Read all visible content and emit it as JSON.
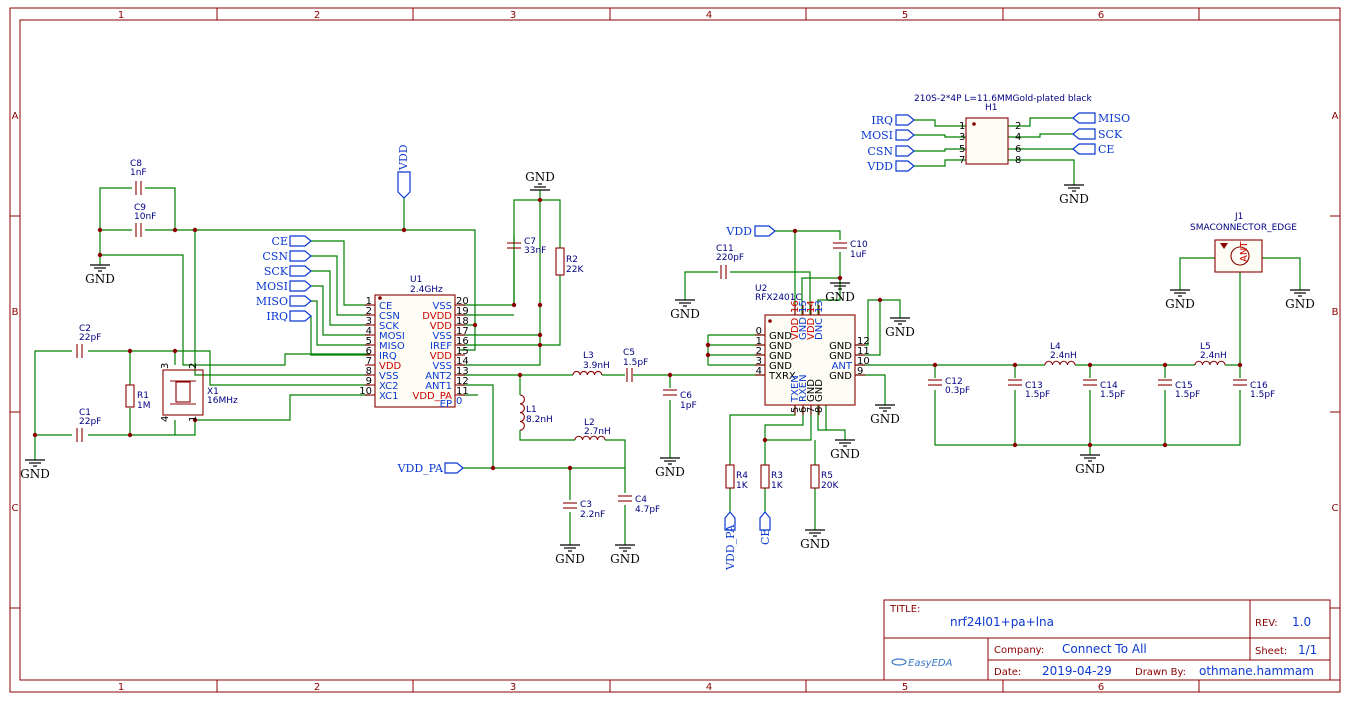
{
  "frame": {
    "col_labels": [
      "1",
      "2",
      "3",
      "4",
      "5",
      "6"
    ],
    "row_labels": [
      "A",
      "B",
      "C"
    ]
  },
  "title_block": {
    "title_label": "TITLE:",
    "title_value": "nrf24l01+pa+lna",
    "rev_label": "REV:",
    "rev_value": "1.0",
    "company_label": "Company:",
    "company_value": "Connect To All",
    "sheet_label": "Sheet:",
    "sheet_value": "1/1",
    "date_label": "Date:",
    "date_value": "2019-04-29",
    "drawn_label": "Drawn By:",
    "drawn_value": "othmane.hammam",
    "logo_text": "EasyEDA"
  },
  "u1": {
    "ref": "U1",
    "value": "2.4GHz",
    "left_pins": [
      {
        "num": "1",
        "name": "CE",
        "power": false
      },
      {
        "num": "2",
        "name": "CSN",
        "power": false
      },
      {
        "num": "3",
        "name": "SCK",
        "power": false
      },
      {
        "num": "4",
        "name": "MOSI",
        "power": false
      },
      {
        "num": "5",
        "name": "MISO",
        "power": false
      },
      {
        "num": "6",
        "name": "IRQ",
        "power": false
      },
      {
        "num": "7",
        "name": "VDD",
        "power": true
      },
      {
        "num": "8",
        "name": "VSS",
        "power": false
      },
      {
        "num": "9",
        "name": "XC2",
        "power": false
      },
      {
        "num": "10",
        "name": "XC1",
        "power": false
      }
    ],
    "right_pins": [
      {
        "num": "20",
        "name": "VSS",
        "power": false
      },
      {
        "num": "19",
        "name": "DVDD",
        "power": true
      },
      {
        "num": "18",
        "name": "VDD",
        "power": true
      },
      {
        "num": "17",
        "name": "VSS",
        "power": false
      },
      {
        "num": "16",
        "name": "IREF",
        "power": false
      },
      {
        "num": "15",
        "name": "VDD",
        "power": true
      },
      {
        "num": "14",
        "name": "VSS",
        "power": false
      },
      {
        "num": "13",
        "name": "ANT2",
        "power": false
      },
      {
        "num": "12",
        "name": "ANT1",
        "power": false
      },
      {
        "num": "11",
        "name": "VDD_PA",
        "power": true
      }
    ],
    "ep_name": "EP",
    "ep_num": "0"
  },
  "u2": {
    "ref": "U2",
    "value": "RFX2401C",
    "left_pins": [
      {
        "num": "0",
        "name": "GND"
      },
      {
        "num": "1",
        "name": "GND"
      },
      {
        "num": "2",
        "name": "GND"
      },
      {
        "num": "3",
        "name": "GND"
      },
      {
        "num": "4",
        "name": "TXRX"
      }
    ],
    "right_pins": [
      {
        "num": "12",
        "name": "GND"
      },
      {
        "num": "11",
        "name": "GND"
      },
      {
        "num": "10",
        "name": "ANT"
      },
      {
        "num": "9",
        "name": "GND"
      }
    ],
    "top_pins": [
      {
        "num": "16",
        "name": "VDD",
        "power": true
      },
      {
        "num": "15",
        "name": "GND",
        "power": false
      },
      {
        "num": "14",
        "name": "VDD",
        "power": true
      },
      {
        "num": "13",
        "name": "DNC",
        "power": false
      }
    ],
    "bottom_pins": [
      {
        "num": "5",
        "name": "TXEN"
      },
      {
        "num": "6",
        "name": "RXEN"
      },
      {
        "num": "7",
        "name": "GND"
      },
      {
        "num": "8",
        "name": "GND"
      }
    ]
  },
  "h1": {
    "ref": "H1",
    "value": "210S-2*4P L=11.6MMGold-plated black",
    "left_nums": [
      "1",
      "3",
      "5",
      "7"
    ],
    "right_nums": [
      "2",
      "4",
      "6",
      "8"
    ]
  },
  "j1": {
    "ref": "J1",
    "value": "SMACONNECTOR_EDGE",
    "pin_label": "ANT"
  },
  "x1": {
    "ref": "X1",
    "value": "16MHz",
    "pins": [
      "3",
      "2",
      "4",
      "1"
    ]
  },
  "passives": {
    "c1": {
      "ref": "C1",
      "value": "22pF"
    },
    "c2": {
      "ref": "C2",
      "value": "22pF"
    },
    "c3": {
      "ref": "C3",
      "value": "2.2nF"
    },
    "c4": {
      "ref": "C4",
      "value": "4.7pF"
    },
    "c5": {
      "ref": "C5",
      "value": "1.5pF"
    },
    "c6": {
      "ref": "C6",
      "value": "1pF"
    },
    "c7": {
      "ref": "C7",
      "value": "33nF"
    },
    "c8": {
      "ref": "C8",
      "value": "1nF"
    },
    "c9": {
      "ref": "C9",
      "value": "10nF"
    },
    "c10": {
      "ref": "C10",
      "value": "1uF"
    },
    "c11": {
      "ref": "C11",
      "value": "220pF"
    },
    "c12": {
      "ref": "C12",
      "value": "0.3pF"
    },
    "c13": {
      "ref": "C13",
      "value": "1.5pF"
    },
    "c14": {
      "ref": "C14",
      "value": "1.5pF"
    },
    "c15": {
      "ref": "C15",
      "value": "1.5pF"
    },
    "c16": {
      "ref": "C16",
      "value": "1.5pF"
    },
    "r1": {
      "ref": "R1",
      "value": "1M"
    },
    "r2": {
      "ref": "R2",
      "value": "22K"
    },
    "r3": {
      "ref": "R3",
      "value": "1K"
    },
    "r4": {
      "ref": "R4",
      "value": "1K"
    },
    "r5": {
      "ref": "R5",
      "value": "20K"
    },
    "l1": {
      "ref": "L1",
      "value": "8.2nH"
    },
    "l2": {
      "ref": "L2",
      "value": "2.7nH"
    },
    "l3": {
      "ref": "L3",
      "value": "3.9nH"
    },
    "l4": {
      "ref": "L4",
      "value": "2.4nH"
    },
    "l5": {
      "ref": "L5",
      "value": "2.4nH"
    }
  },
  "nets": {
    "gnd": "GND",
    "vdd": "VDD",
    "vdd_pa": "VDD_PA",
    "ce": "CE",
    "csn": "CSN",
    "sck": "SCK",
    "mosi": "MOSI",
    "miso": "MISO",
    "irq": "IRQ"
  }
}
